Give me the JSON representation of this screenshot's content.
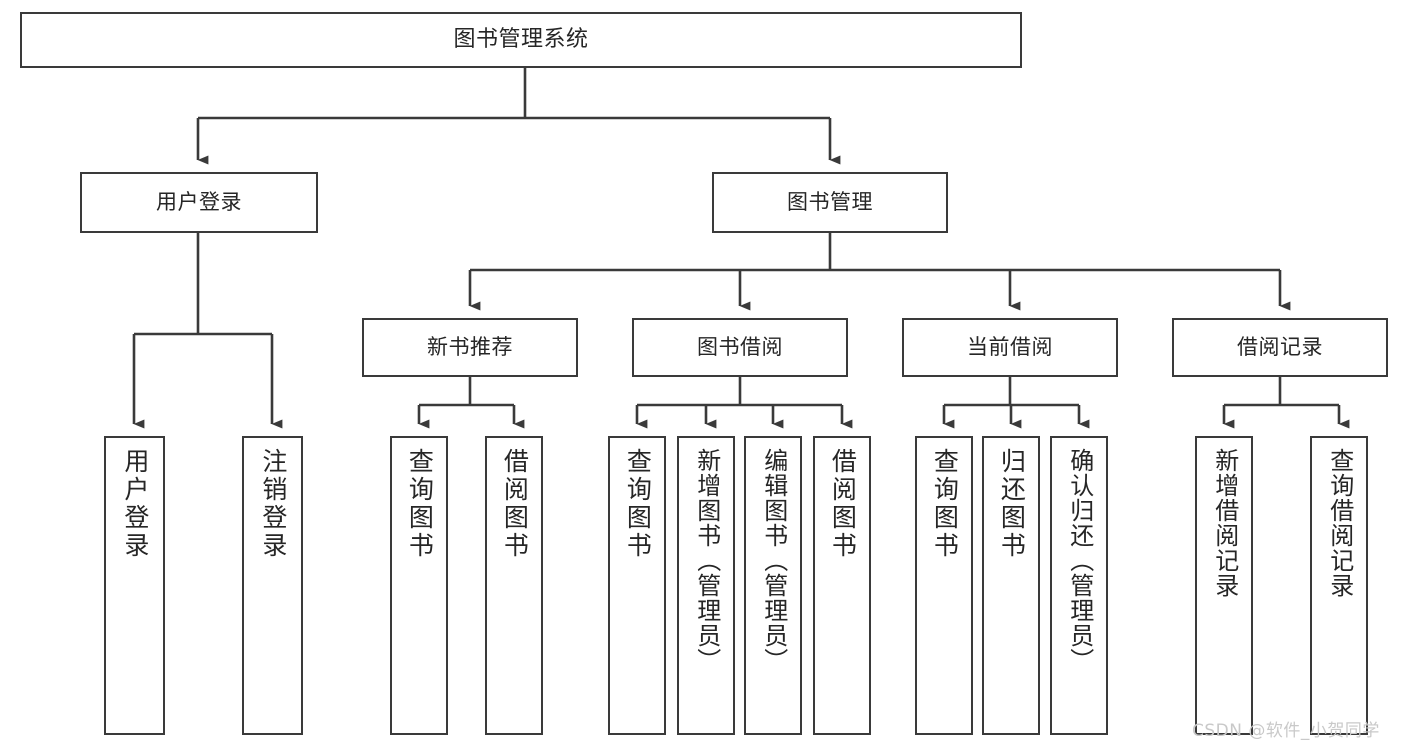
{
  "diagram": {
    "title": "图书管理系统",
    "type": "tree-hierarchy-diagram",
    "root": {
      "label": "图书管理系统"
    },
    "level2": [
      {
        "label": "用户登录"
      },
      {
        "label": "图书管理"
      }
    ],
    "level3": [
      {
        "label": "新书推荐"
      },
      {
        "label": "图书借阅"
      },
      {
        "label": "当前借阅"
      },
      {
        "label": "借阅记录"
      }
    ],
    "leaves": {
      "user_login": [
        {
          "label": "用户登录"
        },
        {
          "label": "注销登录"
        }
      ],
      "new_book_recommend": [
        {
          "label": "查询图书"
        },
        {
          "label": "借阅图书"
        }
      ],
      "book_borrow": [
        {
          "label": "查询图书"
        },
        {
          "label": "新增图书（管理员）"
        },
        {
          "label": "编辑图书（管理员）"
        },
        {
          "label": "借阅图书"
        }
      ],
      "current_borrow": [
        {
          "label": "查询图书"
        },
        {
          "label": "归还图书"
        },
        {
          "label": "确认归还（管理员）"
        }
      ],
      "borrow_record": [
        {
          "label": "新增借阅记录"
        },
        {
          "label": "查询借阅记录"
        }
      ]
    },
    "watermark": "CSDN @软件_小贺同学",
    "colors": {
      "stroke": "#3a3a3a",
      "text": "#262626",
      "background": "#ffffff",
      "watermark": "#c9c9c9"
    }
  }
}
